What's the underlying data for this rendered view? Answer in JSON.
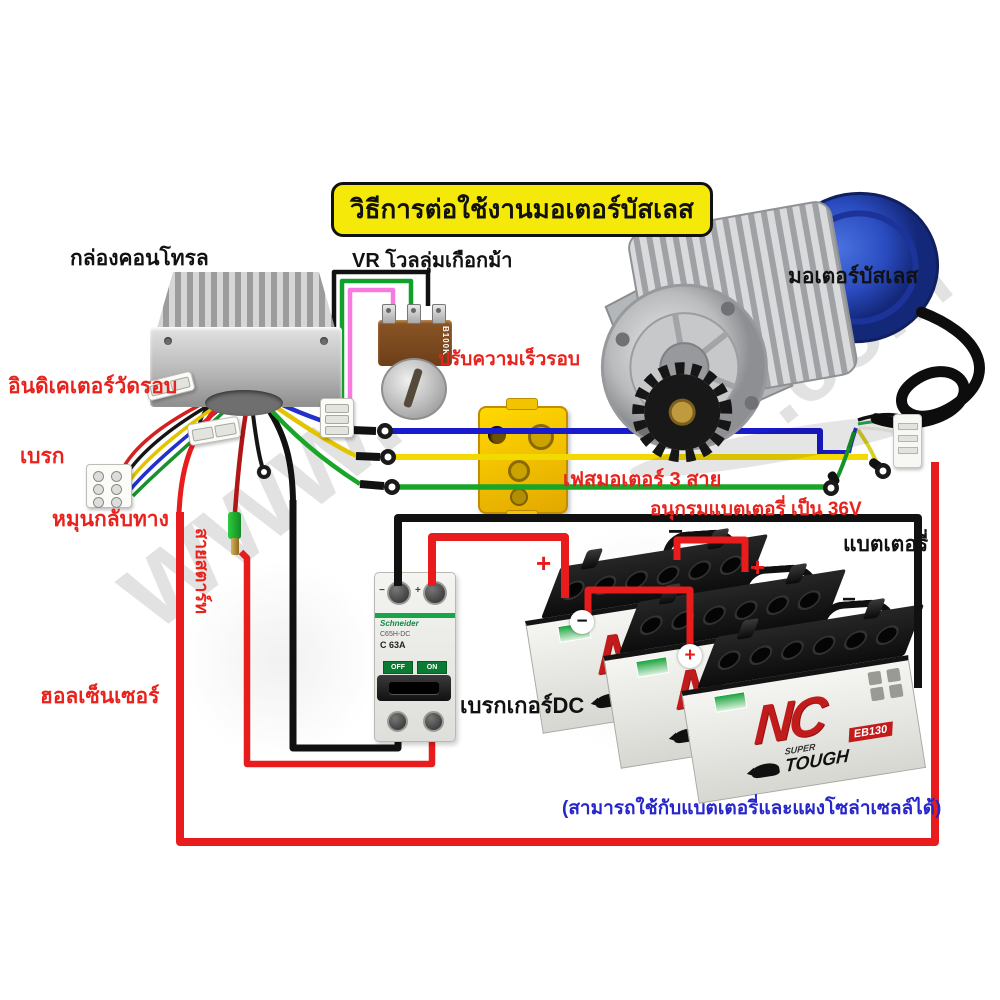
{
  "title": "วิธีการต่อใช้งานมอเตอร์บัสเลส",
  "labels": {
    "controller": "กล่องคอนโทรล",
    "vr": "VR โวลลุ่มเกือกม้า",
    "speed_adjust": "ปรับความเร็วรอบ",
    "motor": "มอเตอร์บัสเลส",
    "indicator": "อินดิเคเตอร์วัดรอบ",
    "brake": "เบรก",
    "reverse": "หมุนกลับทาง",
    "start_wire": "สายสตาร์ท",
    "hall_sensor": "ฮอลเซ็นเซอร์",
    "phase": "เฟสมอเตอร์ 3 สาย",
    "battery_series": "อนุกรมแบตเตอรี่ เป็น 36V",
    "battery": "แบตเตอรี่",
    "dc_breaker": "เบรกเกอร์DC",
    "note": "(สามารถใช้กับแบตเตอรี่และแผงโซล่าเซลล์ได้)"
  },
  "battery_label": {
    "name": "NC",
    "super": "SUPER",
    "tough": "TOUGH",
    "model": "EB130"
  },
  "breaker": {
    "brand": "Schneider",
    "model": "C65H-DC",
    "rating": "C 63A",
    "off": "OFF",
    "on": "ON"
  },
  "vr_part": {
    "marking": "B100K"
  },
  "polarity": {
    "plus": "+",
    "minus": "−"
  },
  "watermark": {
    "left": "www.",
    "right": ".com"
  },
  "colors": {
    "phase_blue": "#1a1acd",
    "phase_yellow": "#f2d900",
    "phase_green": "#18a528",
    "power_red": "#e81c1c",
    "power_black": "#111111",
    "title_bg": "#f4e908",
    "label_red": "#e8221c",
    "note_blue": "#2726c9"
  }
}
